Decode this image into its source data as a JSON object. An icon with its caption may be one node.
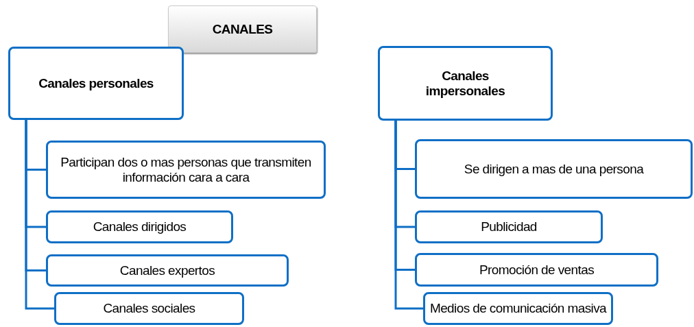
{
  "diagram": {
    "nodes": [
      {
        "text": [
          "CANALES"
        ]
      },
      {
        "text": [
          "Canales personales"
        ]
      },
      {
        "text": [
          "Canales impersonales"
        ]
      },
      {
        "text": [
          "Participan dos o mas personas que transmiten información cara a cara"
        ]
      },
      {
        "text": [
          "Canales dirigidos"
        ]
      },
      {
        "text": [
          "Canales expertos"
        ]
      },
      {
        "text": [
          "Canales sociales"
        ]
      },
      {
        "text": [
          "Se dirigen a mas de una persona"
        ]
      },
      {
        "text": [
          "Publicidad"
        ]
      },
      {
        "text": [
          "Promoción de ventas"
        ]
      },
      {
        "text": [
          "Medios de comunicación masiva"
        ]
      }
    ],
    "edges": [
      {
        "from": 1,
        "to": 3,
        "arrow": "none"
      },
      {
        "from": 1,
        "to": 4,
        "arrow": "none"
      },
      {
        "from": 1,
        "to": 5,
        "arrow": "none"
      },
      {
        "from": 1,
        "to": 6,
        "arrow": "none"
      },
      {
        "from": 2,
        "to": 7,
        "arrow": "none"
      },
      {
        "from": 2,
        "to": 8,
        "arrow": "none"
      },
      {
        "from": 2,
        "to": 9,
        "arrow": "none"
      },
      {
        "from": 2,
        "to": 10,
        "arrow": "none"
      }
    ]
  }
}
